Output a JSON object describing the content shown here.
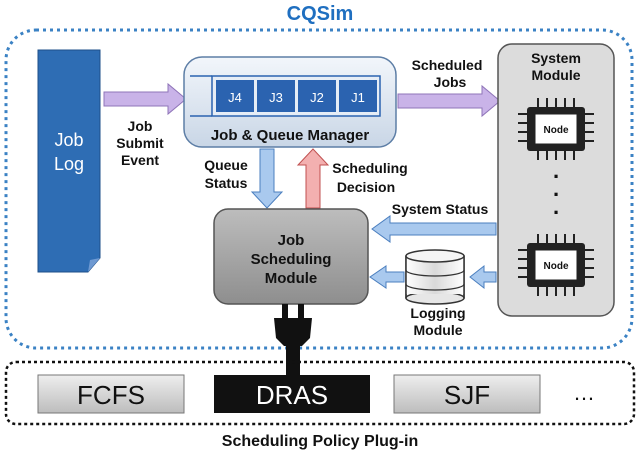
{
  "title": "CQSim",
  "job_log": {
    "line1": "Job",
    "line2": "Log"
  },
  "queue_manager": {
    "label": "Job & Queue Manager",
    "jobs": [
      "J4",
      "J3",
      "J2",
      "J1"
    ]
  },
  "scheduling_module": {
    "line1": "Job",
    "line2": "Scheduling",
    "line3": "Module"
  },
  "system_module": {
    "title_line1": "System",
    "title_line2": "Module",
    "node_label": "Node",
    "ellipsis": "."
  },
  "logging_module": {
    "line1": "Logging",
    "line2": "Module"
  },
  "arrows": {
    "job_submit": {
      "line1": "Job",
      "line2": "Submit",
      "line3": "Event"
    },
    "scheduled_jobs": {
      "line1": "Scheduled",
      "line2": "Jobs"
    },
    "queue_status": {
      "line1": "Queue",
      "line2": "Status"
    },
    "scheduling_decision": {
      "line1": "Scheduling",
      "line2": "Decision"
    },
    "system_status": "System Status"
  },
  "plugins": {
    "items": [
      "FCFS",
      "DRAS",
      "SJF"
    ],
    "selected": "DRAS",
    "more": "…",
    "caption": "Scheduling Policy Plug-in"
  },
  "colors": {
    "title_blue": "#1f6fc0",
    "dotted_border": "#3b82c4",
    "job_log_fill": "#2e6db4",
    "arrow_purple": "#c9b3e8",
    "arrow_blue": "#a9c9ee",
    "arrow_red": "#f3b0b0",
    "queue_slot_fill": "#2b63b0",
    "module_gray": "#a8a8a8",
    "system_gray": "#dcdcdc",
    "drAS_fill": "#111111"
  }
}
